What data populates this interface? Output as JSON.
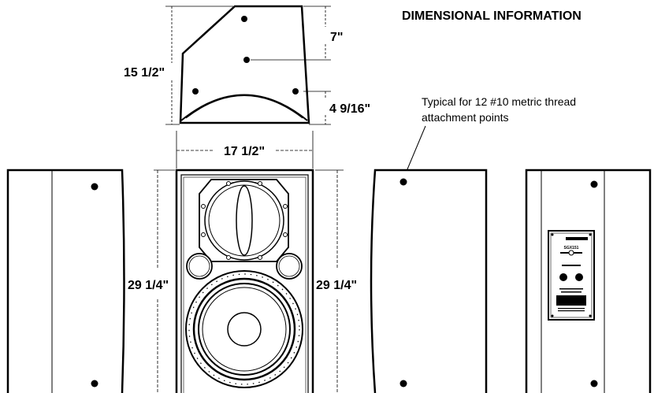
{
  "title": "DIMENSIONAL INFORMATION",
  "dimensions": {
    "top_height": "15 1/2\"",
    "top_offset": "7\"",
    "top_lower": "4 9/16\"",
    "front_width": "17 1/2\"",
    "side_height_left": "29 1/4\"",
    "side_height_right": "29 1/4\""
  },
  "note": {
    "line1": "Typical for 12 #10 metric thread",
    "line2": "attachment points"
  },
  "rear_panel": {
    "model": "SGX151"
  }
}
